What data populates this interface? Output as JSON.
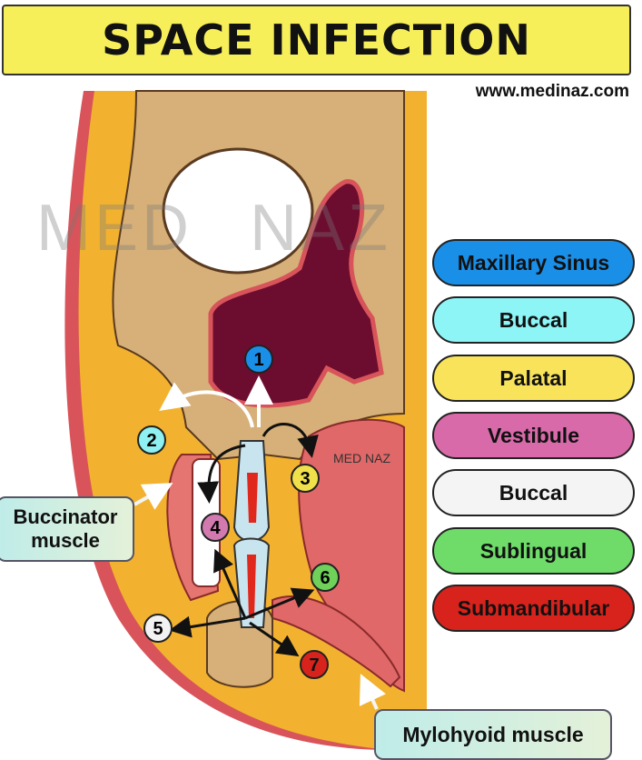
{
  "title": "SPACE INFECTION",
  "website": "www.medinaz.com",
  "watermark": {
    "left": "MED",
    "right": "NAZ",
    "small": "MED NAZ"
  },
  "markers": [
    {
      "num": "1",
      "color": "#1a8fe8"
    },
    {
      "num": "2",
      "color": "#8ef0f0"
    },
    {
      "num": "3",
      "color": "#f0e04a"
    },
    {
      "num": "4",
      "color": "#d27ab0"
    },
    {
      "num": "5",
      "color": "#f2f2f2"
    },
    {
      "num": "6",
      "color": "#6fd05a"
    },
    {
      "num": "7",
      "color": "#d8231c"
    }
  ],
  "legend": [
    {
      "label": "Maxillary Sinus",
      "color": "#1a8fe8"
    },
    {
      "label": "Buccal",
      "color": "#8ef5f7"
    },
    {
      "label": "Palatal",
      "color": "#f9e35a"
    },
    {
      "label": "Vestibule",
      "color": "#d96aaa"
    },
    {
      "label": "Buccal",
      "color": "#f4f4f4"
    },
    {
      "label": "Sublingual",
      "color": "#6fdc6a"
    },
    {
      "label": "Submandibular",
      "color": "#d8231c"
    }
  ],
  "labels": {
    "buccinator": "Buccinator muscle",
    "mylohyoid": "Mylohyoid muscle"
  }
}
